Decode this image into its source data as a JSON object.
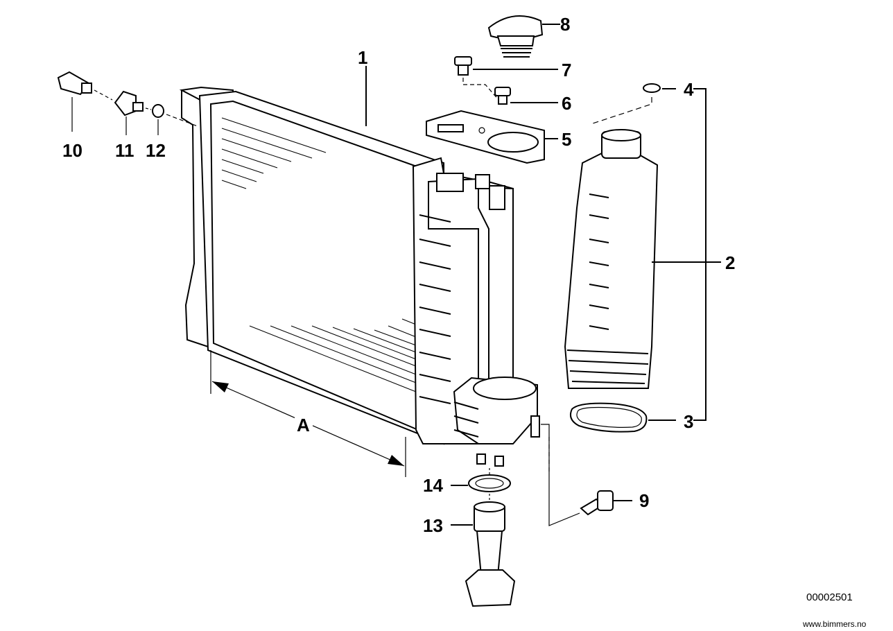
{
  "callouts": {
    "c1": "1",
    "c2": "2",
    "c3": "3",
    "c4": "4",
    "c5": "5",
    "c6": "6",
    "c7": "7",
    "c8": "8",
    "c9": "9",
    "c10": "10",
    "c11": "11",
    "c12": "12",
    "c13": "13",
    "c14": "14"
  },
  "dimension_label": "A",
  "diagram_number": "00002501",
  "watermark": "www.bimmers.no"
}
